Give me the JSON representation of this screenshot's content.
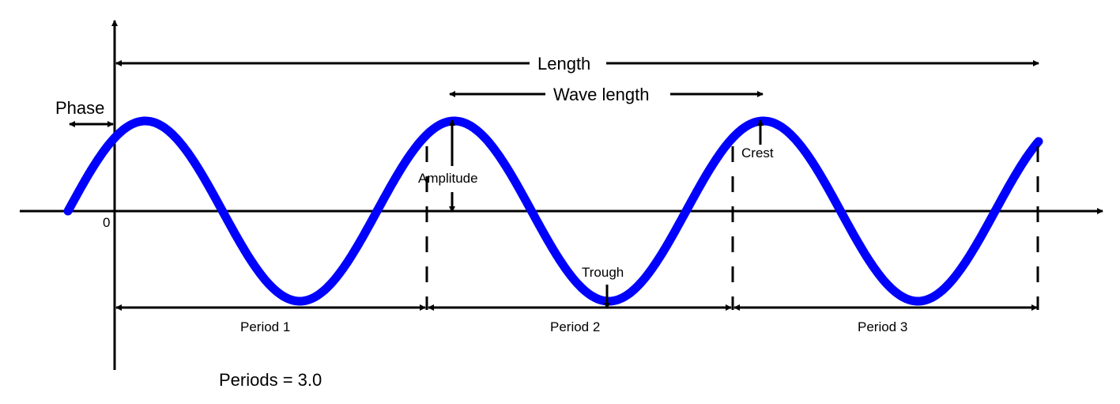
{
  "labels": {
    "length": "Length",
    "wave_length": "Wave length",
    "phase": "Phase",
    "amplitude": "Amplitude",
    "crest": "Crest",
    "trough": "Trough",
    "origin": "0",
    "periods": [
      "Period 1",
      "Period 2",
      "Period 3"
    ],
    "periods_count": "Periods = 3.0"
  },
  "colors": {
    "wave": "#0000ff",
    "annotation": "#000000"
  }
}
